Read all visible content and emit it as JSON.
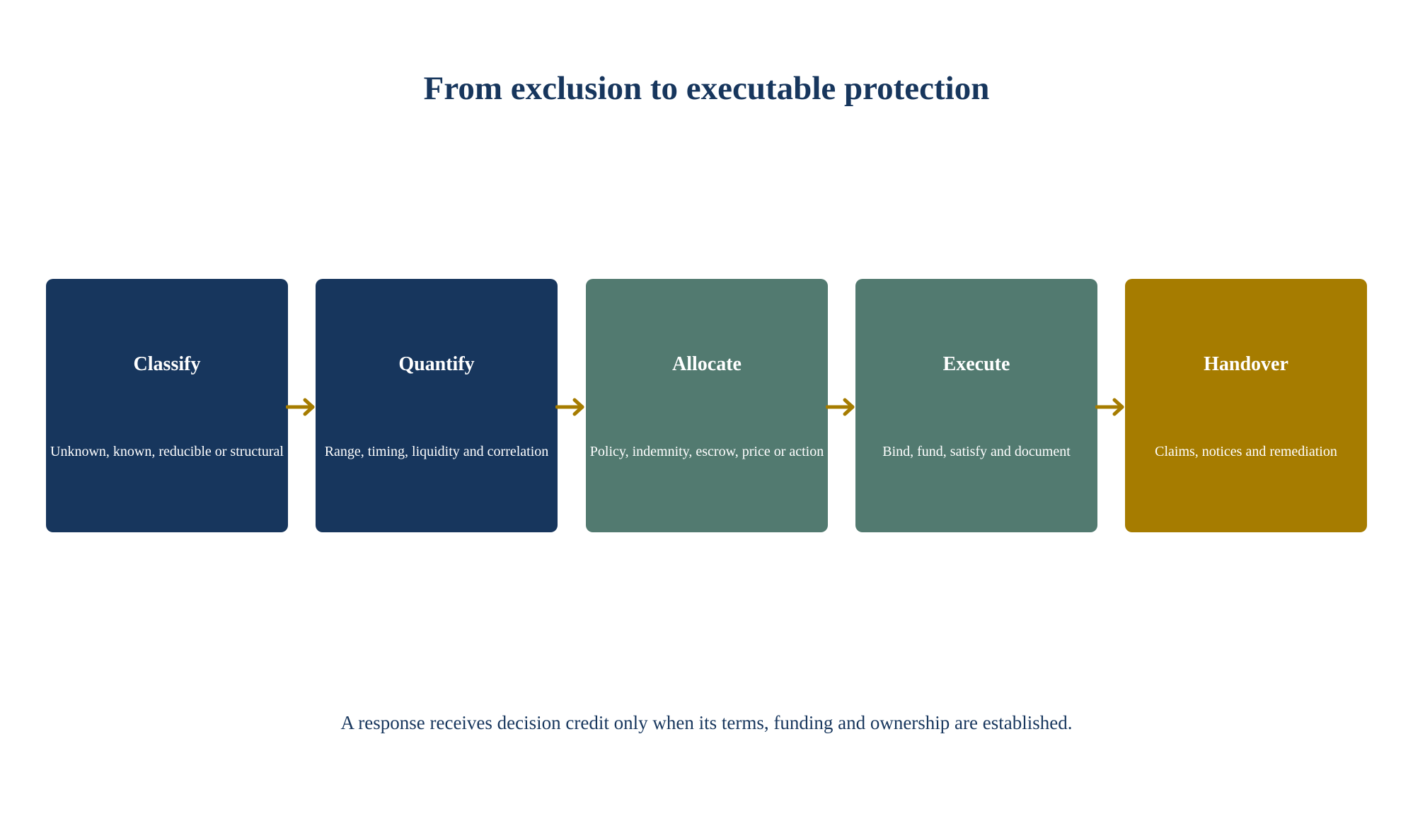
{
  "title": "From exclusion to executable protection",
  "steps": [
    {
      "title": "Classify",
      "desc": "Unknown, known, reducible or structural",
      "color": "#17365d"
    },
    {
      "title": "Quantify",
      "desc": "Range, timing, liquidity and correlation",
      "color": "#17365d"
    },
    {
      "title": "Allocate",
      "desc": "Policy, indemnity, escrow, price or action",
      "color": "#527a70"
    },
    {
      "title": "Execute",
      "desc": "Bind, fund, satisfy and document",
      "color": "#527a70"
    },
    {
      "title": "Handover",
      "desc": "Claims, notices and remediation",
      "color": "#a67c00"
    }
  ],
  "arrow_color": "#a67c00",
  "footer": "A response receives decision credit only when its terms, funding and ownership are established."
}
